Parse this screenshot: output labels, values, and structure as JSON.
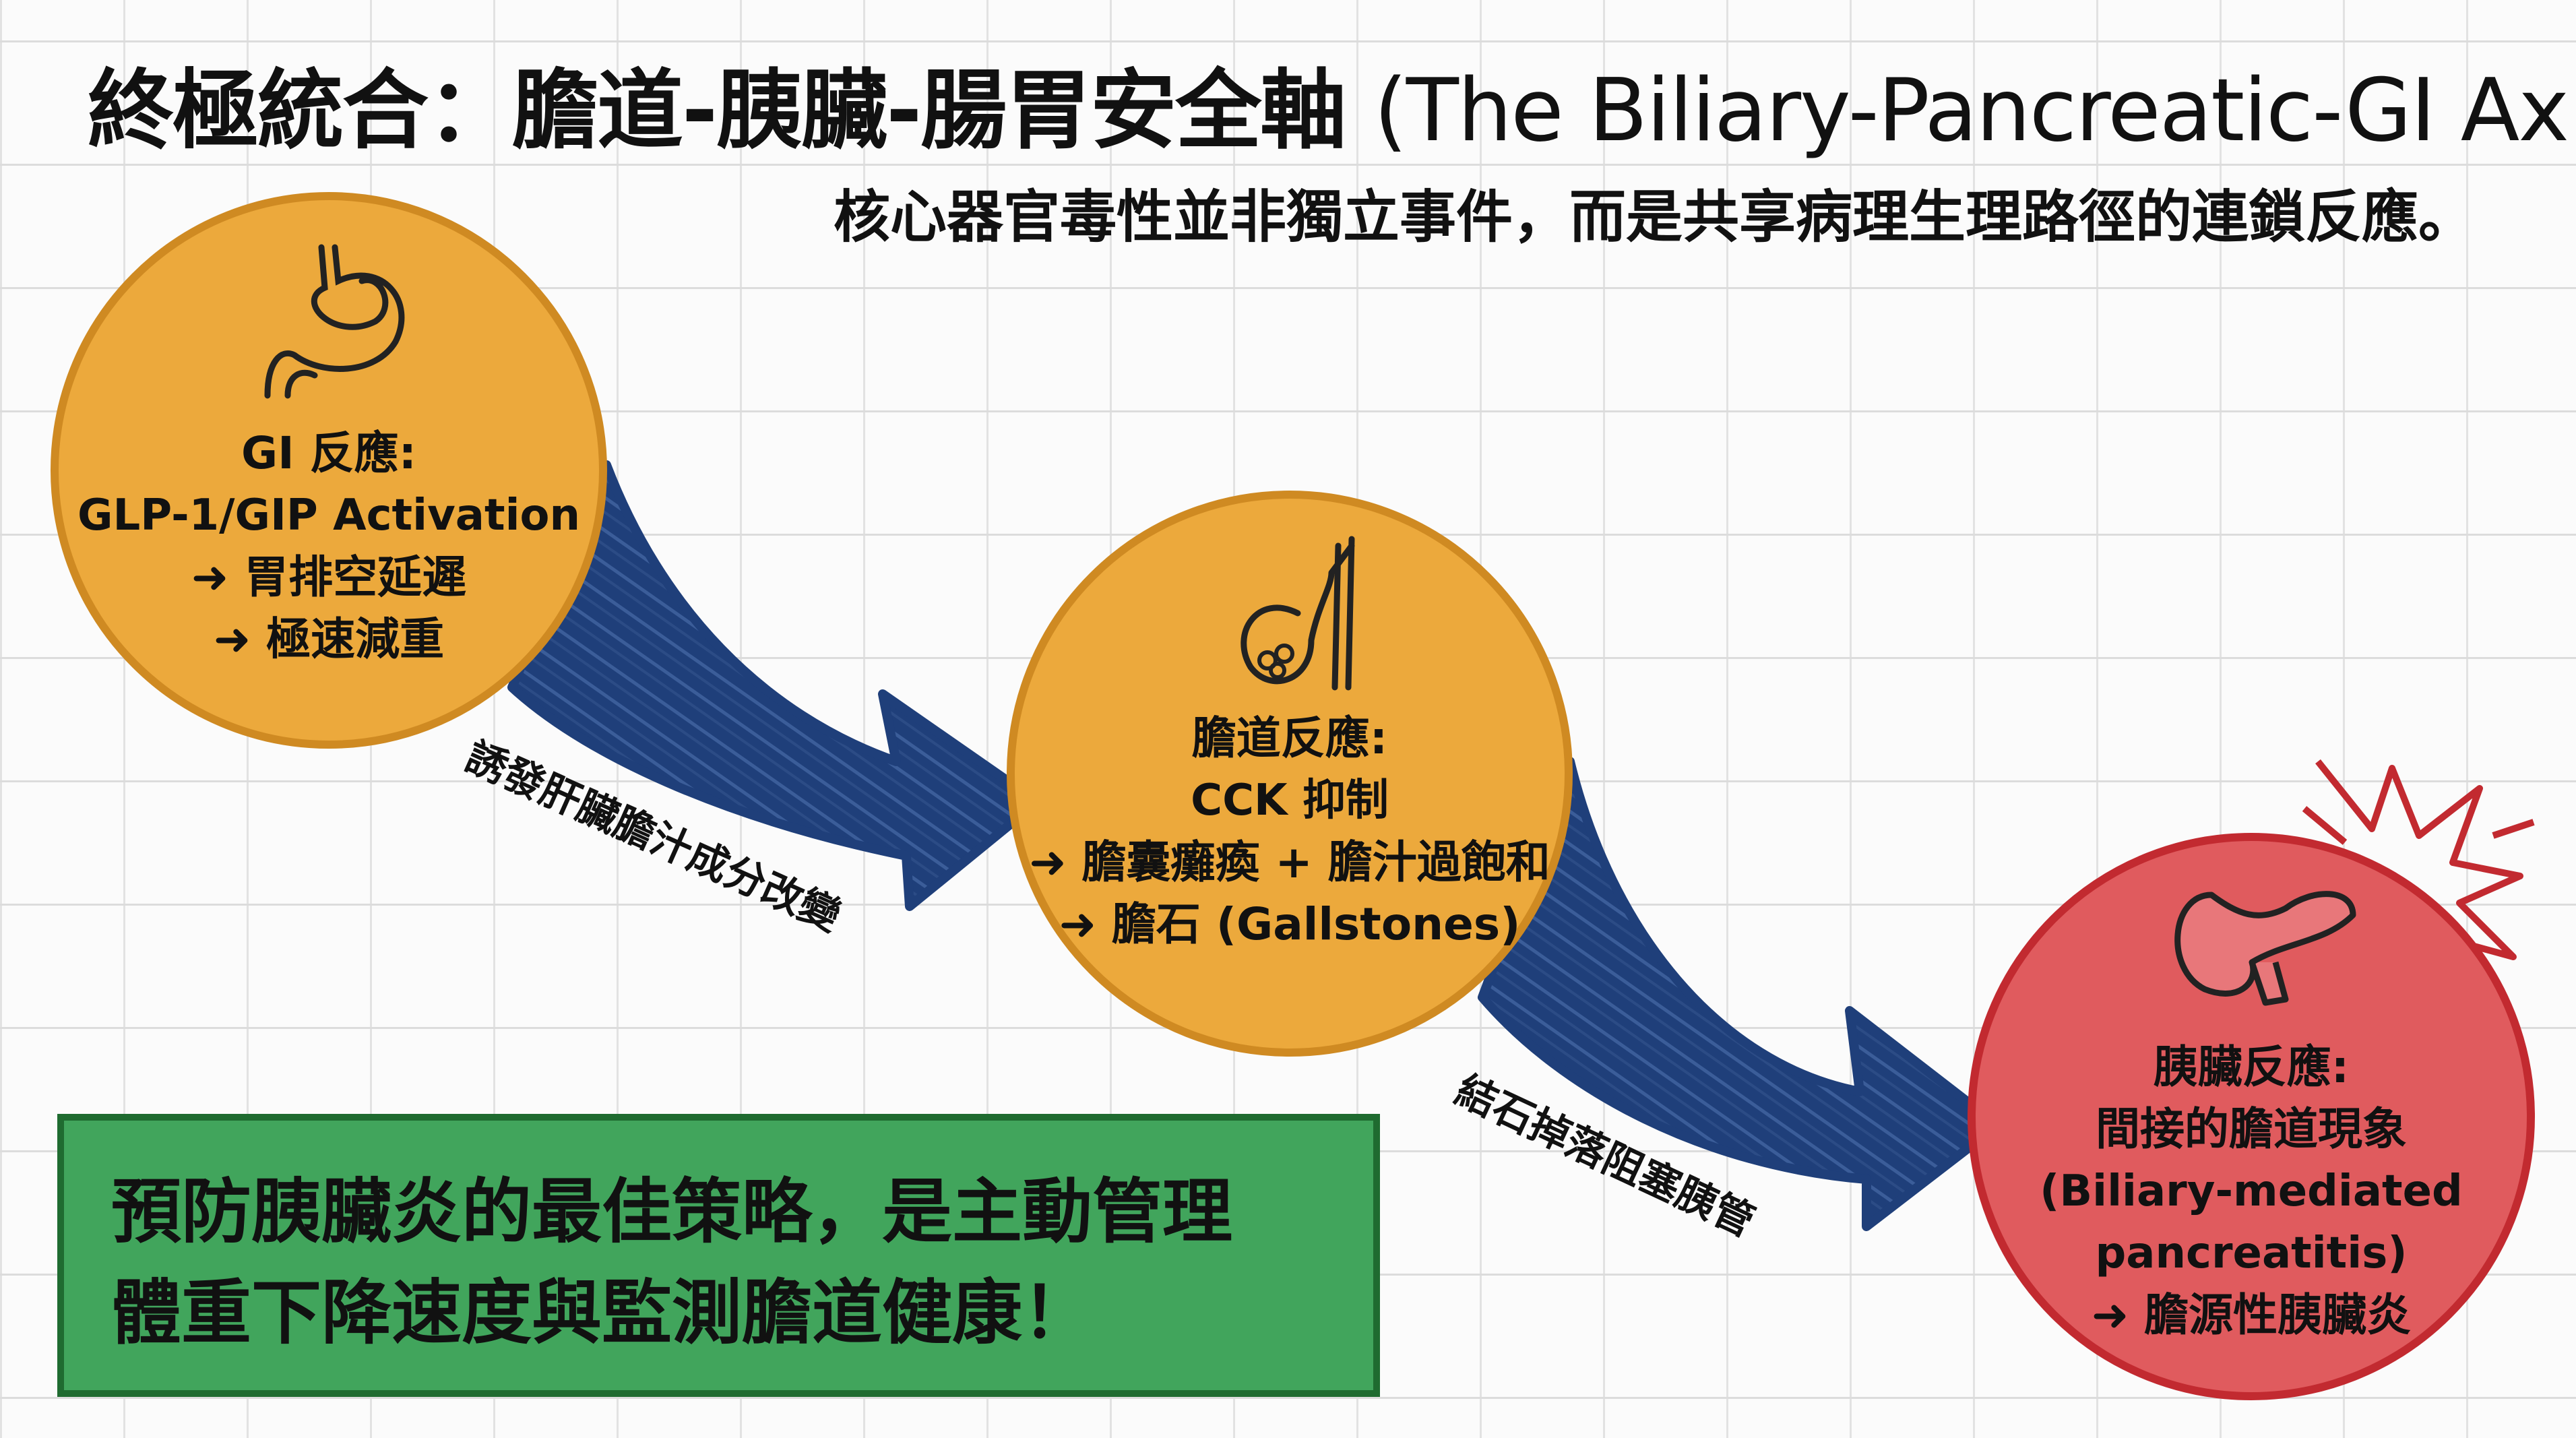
{
  "header": {
    "title_zh": "終極統合：膽道-胰臟-腸胃安全軸",
    "title_en": "(The Biliary-Pancreatic-GI Axis)",
    "subtitle": "核心器官毒性並非獨立事件，而是共享病理生理路徑的連鎖反應。"
  },
  "nodes": [
    {
      "heading": "GI 反應:",
      "lines": [
        "GLP-1/GIP Activation",
        "➜ 胃排空延遲",
        "➜ 極速減重"
      ],
      "icon": "stomach-icon",
      "color": "#eca93c"
    },
    {
      "heading": "膽道反應:",
      "lines": [
        "CCK 抑制",
        "➜ 膽囊癱瘓 + 膽汁過飽和",
        "➜ 膽石 (Gallstones)"
      ],
      "icon": "gallbladder-icon",
      "color": "#eca93c"
    },
    {
      "heading": "胰臟反應:",
      "lines": [
        "間接的膽道現象",
        "(Biliary-mediated",
        "pancreatitis)",
        "➜ 膽源性胰臟炎"
      ],
      "icon": "pancreas-icon",
      "color": "#e05b5e"
    }
  ],
  "edges": [
    {
      "label": "誘發肝臟膽汁成分改變"
    },
    {
      "label": "結石掉落阻塞胰管"
    }
  ],
  "callout": {
    "line1": "預防胰臟炎的最佳策略，是主動管理",
    "line2": "體重下降速度與監測膽道健康！"
  },
  "colors": {
    "arrow": "#1f3f7a",
    "callout": "#41a55c",
    "burst": "#c22a30"
  }
}
